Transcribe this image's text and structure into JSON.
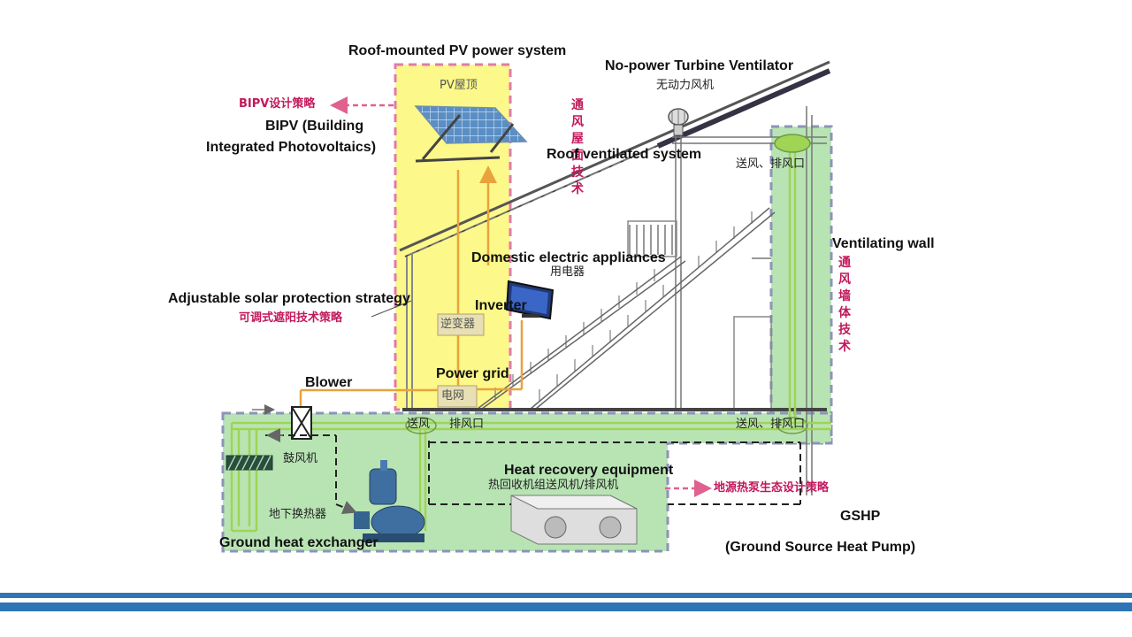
{
  "labels": {
    "roof_pv_title": "Roof-mounted PV power system",
    "pv_roof_zh": "PV屋顶",
    "bipv_strategy_zh": "BIPV设计策略",
    "bipv_line1": "BIPV (Building",
    "bipv_line2": "Integrated Photovoltaics)",
    "turbine_en": "No-power Turbine Ventilator",
    "turbine_zh": "无动力风机",
    "roof_vent_zh": "通风屋面技术",
    "roof_vent_en": "Roof ventilated system",
    "supply_exhaust_zh": "送风、排风口",
    "ventilating_wall_en": "Ventilating wall",
    "wall_vent_zh": "通风墙体技术",
    "appliances_en": "Domestic electric appliances",
    "appliances_zh": "用电器",
    "solar_protection_en": "Adjustable solar protection strategy",
    "solar_protection_zh": "可调式遮阳技术策略",
    "inverter_en": "Inverter",
    "inverter_zh": "逆变器",
    "power_grid_en": "Power grid",
    "power_grid_zh": "电网",
    "blower_en": "Blower",
    "blower_zh": "鼓风机",
    "supply_zh": "送风",
    "exhaust_zh": "排风口",
    "heat_recovery_en": "Heat recovery equipment",
    "heat_recovery_zh": "热回收机组送风机/排风机",
    "gshp_strategy_zh": "地源热泵生态设计策略",
    "gshp_en": "GSHP",
    "gshp_full_en": "(Ground Source Heat Pump)",
    "ground_hx_zh": "地下换热器",
    "ground_hx_en": "Ground heat exchanger"
  },
  "colors": {
    "pv_zone": "#fcf88a",
    "pv_zone_border": "#e27aa8",
    "green_zone": "#b8e4b4",
    "green_zone_border": "#8d93b8",
    "magenta_text": "#c2185b",
    "power_line": "#e8a33c",
    "air_duct": "#9fd454",
    "footer_blue": "#2e75b6"
  },
  "icons": [
    "pv-panel-icon",
    "turbine-ventilator-icon",
    "monitor-icon",
    "blower-damper-icon",
    "blower-machine-icon",
    "heat-recovery-unit-icon",
    "ground-coil-icon"
  ]
}
